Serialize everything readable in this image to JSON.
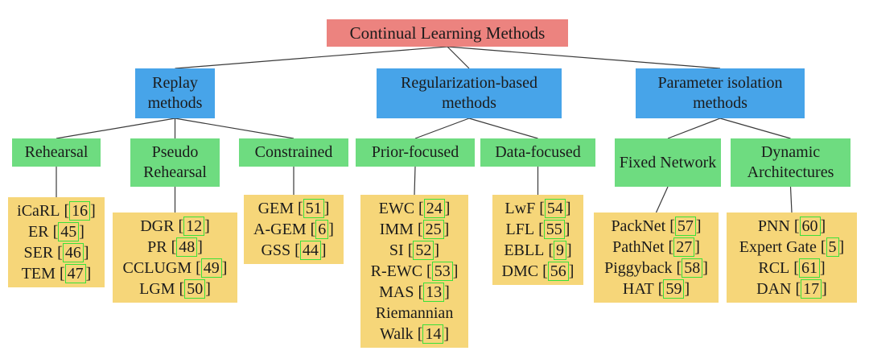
{
  "colors": {
    "root_bg": "#ec837f",
    "branch_bg": "#47a4e9",
    "group_bg": "#6edc80",
    "leaf_bg": "#f6d679",
    "cite_border": "#3ae13a",
    "line": "#3a3a3a",
    "text": "#1b1b1b"
  },
  "tree": {
    "root": {
      "label": "Continual Learning Methods"
    },
    "branches": [
      {
        "label": "Replay methods",
        "groups": [
          {
            "label": "Rehearsal",
            "items": [
              {
                "label": "iCaRL",
                "ref": "16"
              },
              {
                "label": "ER",
                "ref": "45"
              },
              {
                "label": "SER",
                "ref": "46"
              },
              {
                "label": "TEM",
                "ref": "47"
              }
            ]
          },
          {
            "label": "Pseudo Rehearsal",
            "items": [
              {
                "label": "DGR",
                "ref": "12"
              },
              {
                "label": "PR",
                "ref": "48"
              },
              {
                "label": "CCLUGM",
                "ref": "49"
              },
              {
                "label": "LGM",
                "ref": "50"
              }
            ]
          },
          {
            "label": "Constrained",
            "items": [
              {
                "label": "GEM",
                "ref": "51"
              },
              {
                "label": "A-GEM",
                "ref": "6"
              },
              {
                "label": "GSS",
                "ref": "44"
              }
            ]
          }
        ]
      },
      {
        "label": "Regularization-based methods",
        "groups": [
          {
            "label": "Prior-focused",
            "items": [
              {
                "label": "EWC",
                "ref": "24"
              },
              {
                "label": "IMM",
                "ref": "25"
              },
              {
                "label": "SI",
                "ref": "52"
              },
              {
                "label": "R-EWC",
                "ref": "53"
              },
              {
                "label": "MAS",
                "ref": "13"
              },
              {
                "label": "Riemannian Walk",
                "ref": "14"
              }
            ]
          },
          {
            "label": "Data-focused",
            "items": [
              {
                "label": "LwF",
                "ref": "54"
              },
              {
                "label": "LFL",
                "ref": "55"
              },
              {
                "label": "EBLL",
                "ref": "9"
              },
              {
                "label": "DMC",
                "ref": "56"
              }
            ]
          }
        ]
      },
      {
        "label": "Parameter isolation methods",
        "groups": [
          {
            "label": "Fixed Network",
            "items": [
              {
                "label": "PackNet",
                "ref": "57"
              },
              {
                "label": "PathNet",
                "ref": "27"
              },
              {
                "label": "Piggyback",
                "ref": "58"
              },
              {
                "label": "HAT",
                "ref": "59"
              }
            ]
          },
          {
            "label": "Dynamic Architectures",
            "items": [
              {
                "label": "PNN",
                "ref": "60"
              },
              {
                "label": "Expert Gate",
                "ref": "5"
              },
              {
                "label": "RCL",
                "ref": "61"
              },
              {
                "label": "DAN",
                "ref": "17"
              }
            ]
          }
        ]
      }
    ]
  }
}
